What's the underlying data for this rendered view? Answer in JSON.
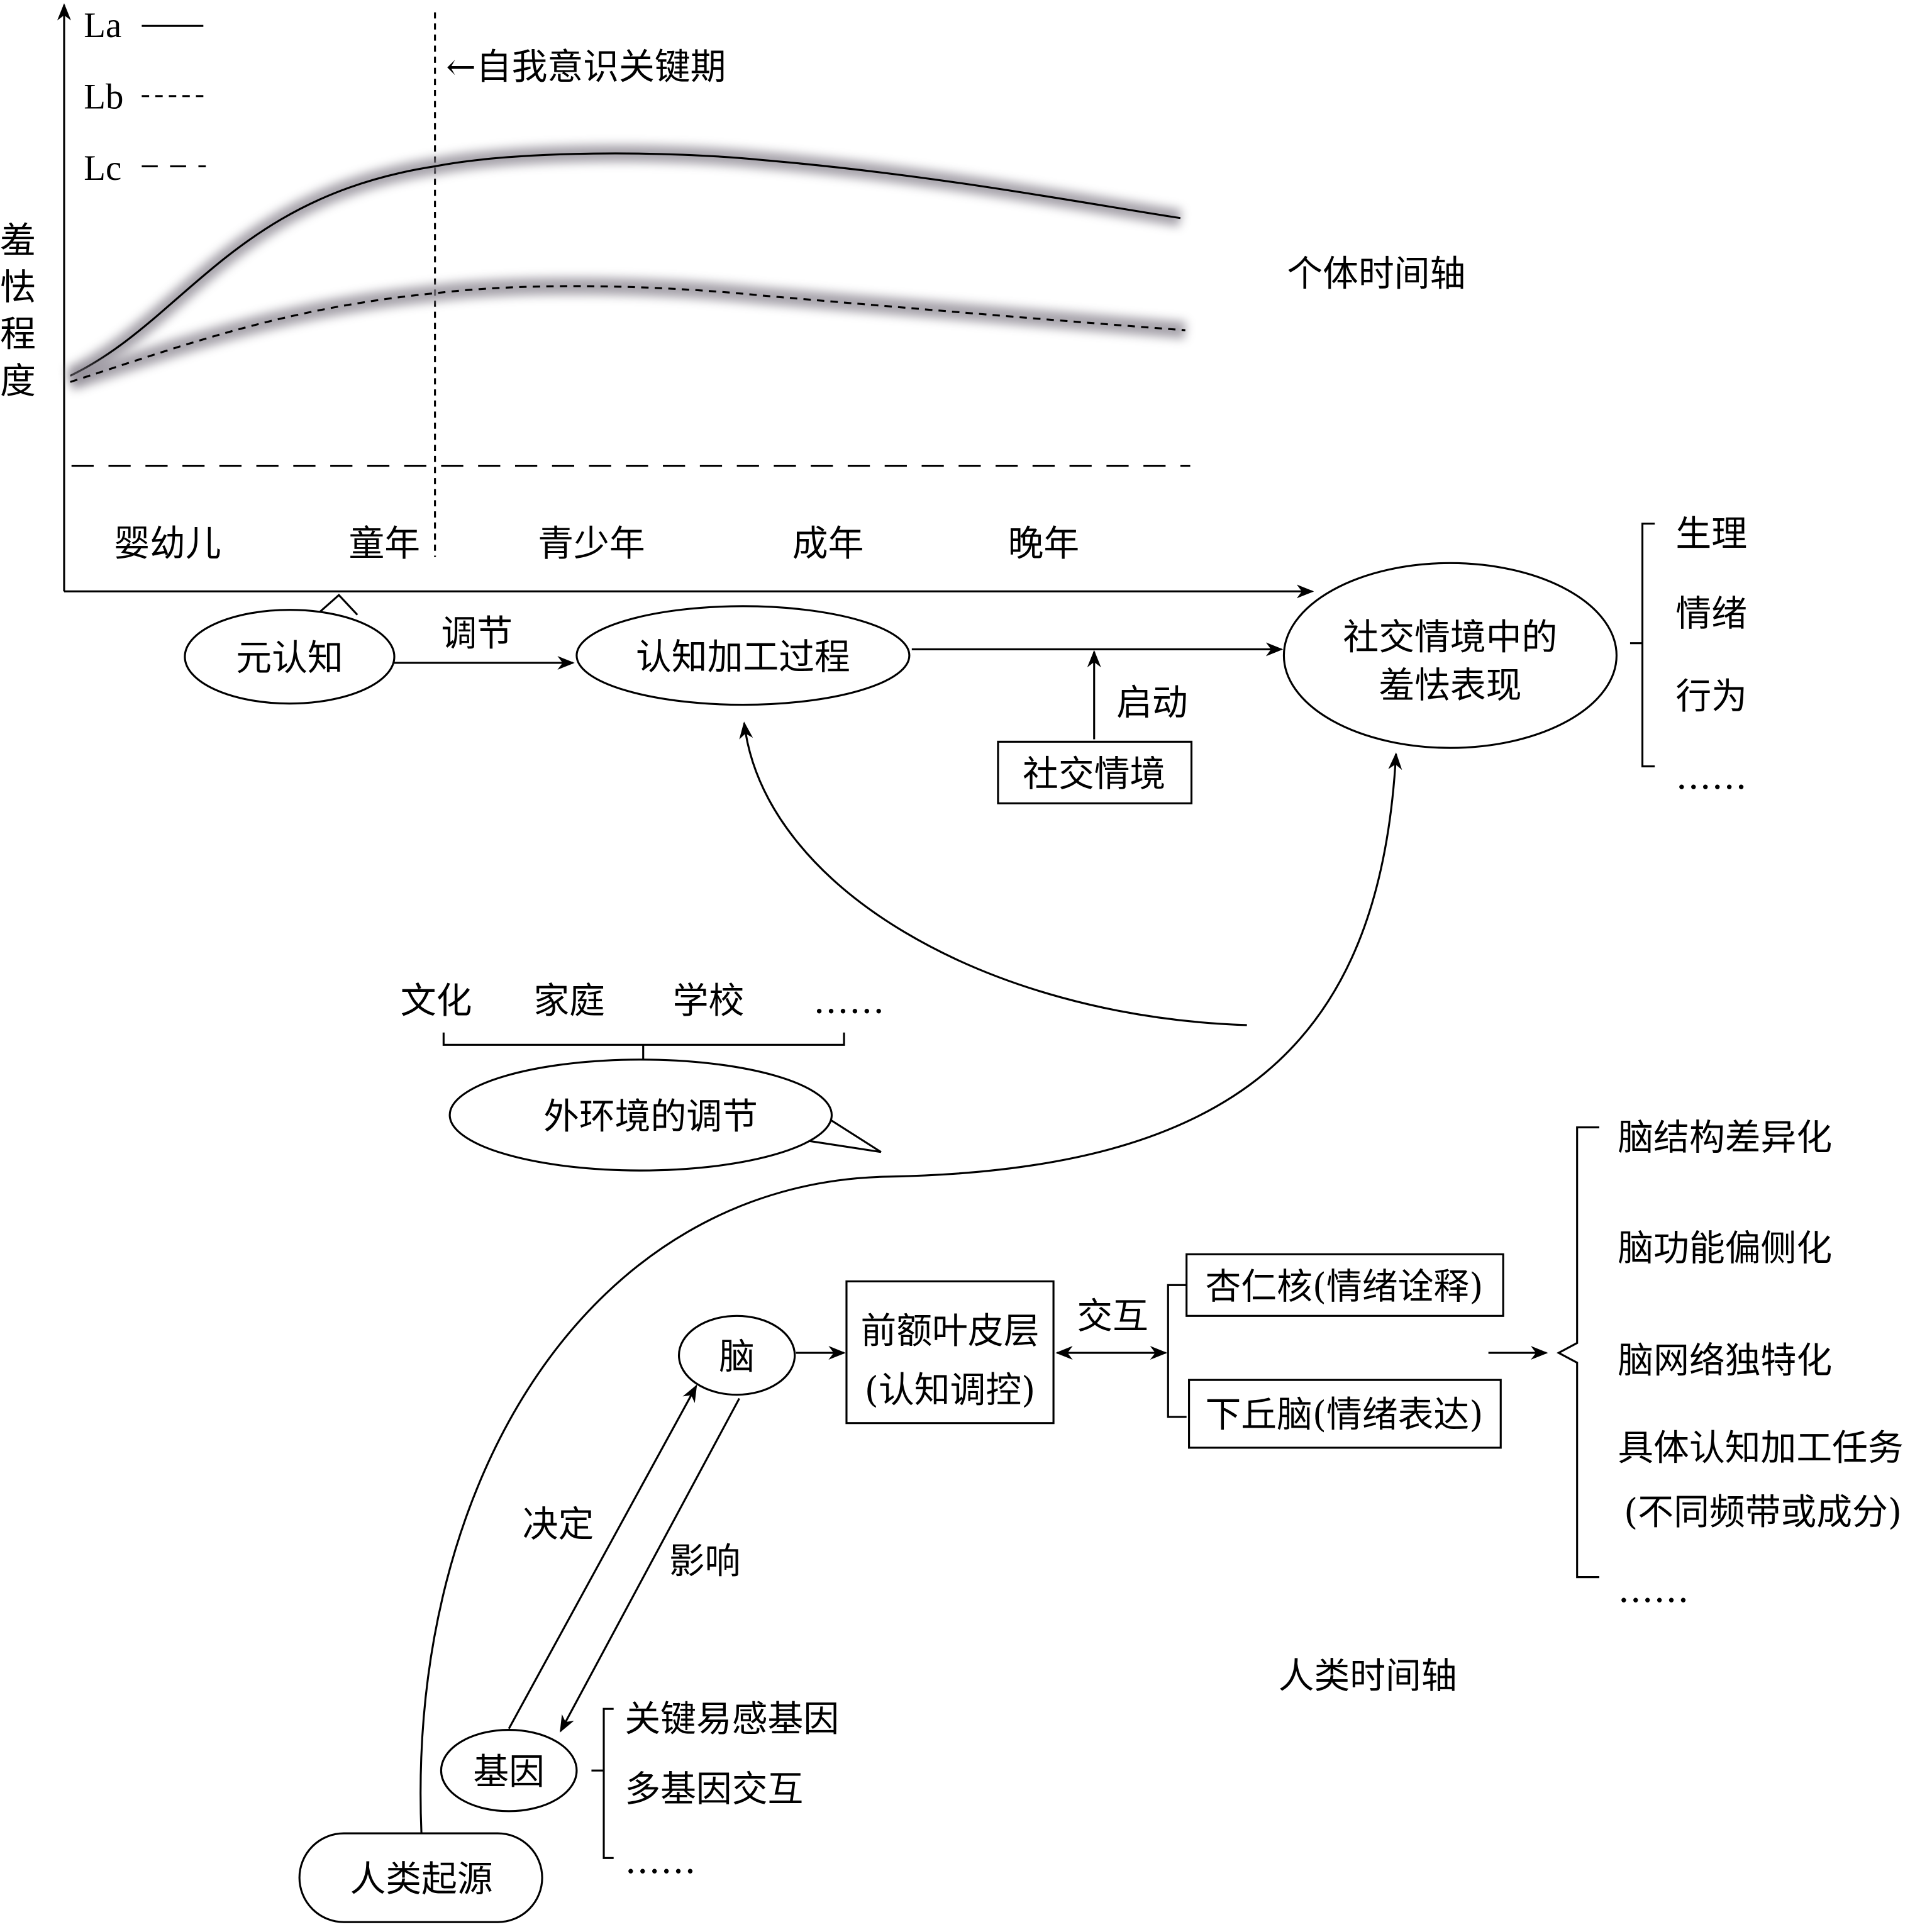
{
  "legend": {
    "la": "La",
    "lb": "Lb",
    "lc": "Lc"
  },
  "y_axis_label": [
    "羞",
    "怯",
    "程",
    "度"
  ],
  "critical_period": "←自我意识关键期",
  "ages": [
    "婴幼儿",
    "童年",
    "青少年",
    "成年",
    "晚年"
  ],
  "individual_timeline": "个体时间轴",
  "metacognition": "元认知",
  "regulate": "调节",
  "cognitive_process": "认知加工过程",
  "trigger": "启动",
  "social_context": "社交情境",
  "shyness_expression": [
    "社交情境中的",
    "羞怯表现"
  ],
  "expression_types": [
    "生理",
    "情绪",
    "行为",
    "……"
  ],
  "environment_factors": [
    "文化",
    "家庭",
    "学校",
    "……"
  ],
  "environment_regulation": "外环境的调节",
  "brain": "脑",
  "prefrontal": [
    "前额叶皮层",
    "(认知调控)"
  ],
  "interaction": "交互",
  "amygdala": "杏仁核(情绪诠释)",
  "hypothalamus": "下丘脑(情绪表达)",
  "brain_features": [
    "脑结构差异化",
    "脑功能偏侧化",
    "脑网络独特化",
    "具体认知加工任务",
    "(不同频带或成分)",
    "……"
  ],
  "human_timeline": "人类时间轴",
  "determine": "决定",
  "influence": "影响",
  "gene": "基因",
  "gene_features": [
    "关键易感基因",
    "多基因交互",
    "……"
  ],
  "human_origin": "人类起源"
}
